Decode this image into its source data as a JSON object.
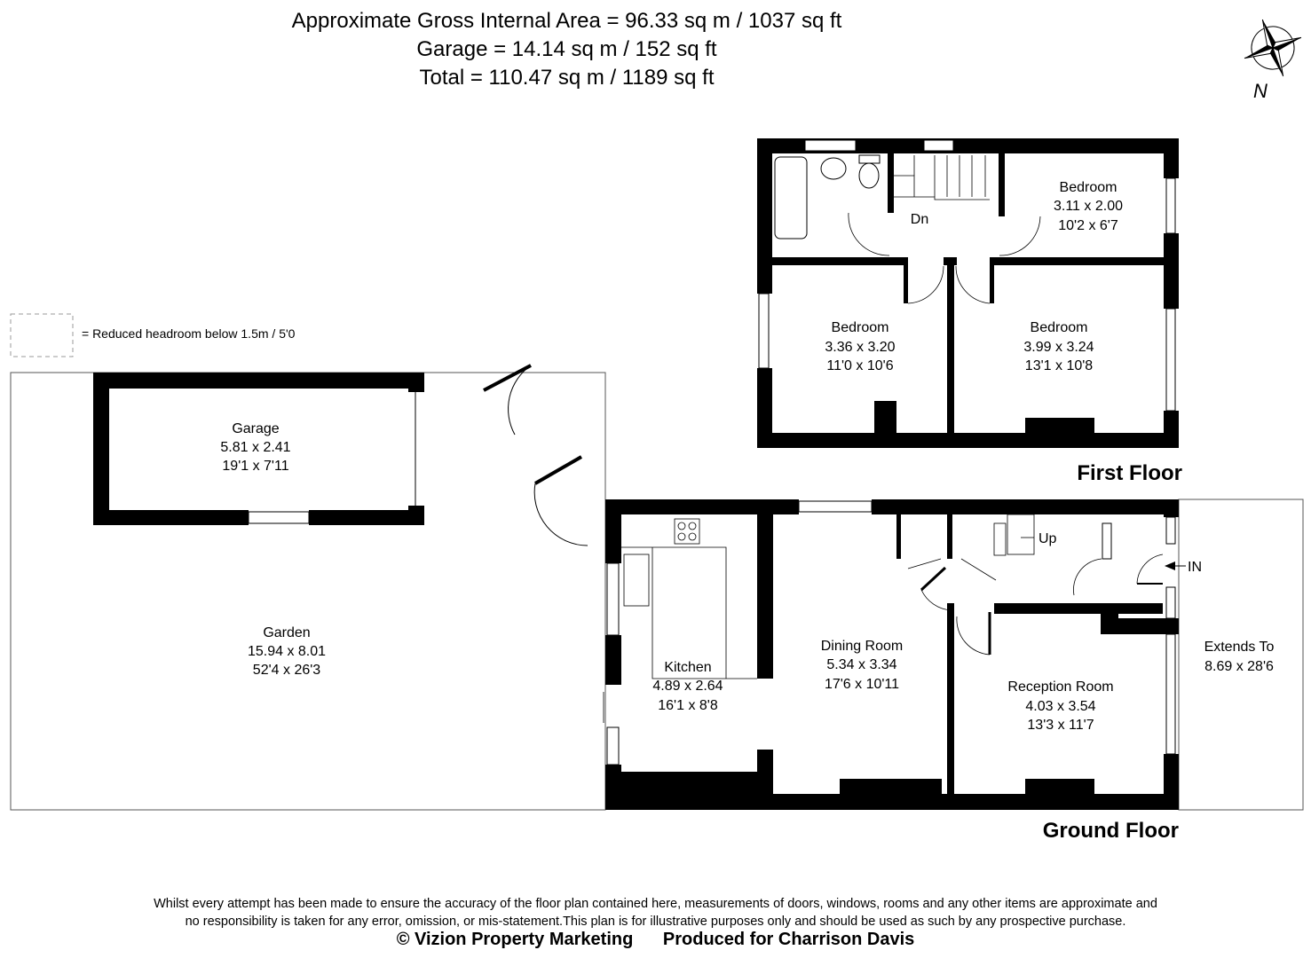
{
  "header": {
    "line1": "Approximate Gross Internal Area = 96.33 sq m / 1037 sq ft",
    "line2": "Garage = 14.14 sq m / 152 sq ft",
    "line3": "Total = 110.47 sq m / 1189 sq ft"
  },
  "compass": {
    "label": "N",
    "icon": "compass-rose-icon"
  },
  "legend": {
    "text": "= Reduced headroom below 1.5m / 5'0"
  },
  "first_floor": {
    "label": "First Floor",
    "rooms": [
      {
        "name": "Bedroom",
        "metric": "3.11 x 2.00",
        "imperial": "10'2 x 6'7"
      },
      {
        "name": "Bedroom",
        "metric": "3.36 x 3.20",
        "imperial": "11'0 x 10'6"
      },
      {
        "name": "Bedroom",
        "metric": "3.99 x 3.24",
        "imperial": "13'1 x 10'8"
      }
    ],
    "stairs_label": "Dn"
  },
  "ground_floor": {
    "label": "Ground Floor",
    "rooms": [
      {
        "name": "Kitchen",
        "metric": "4.89 x 2.64",
        "imperial": "16'1 x 8'8"
      },
      {
        "name": "Dining Room",
        "metric": "5.34 x 3.34",
        "imperial": "17'6 x 10'11"
      },
      {
        "name": "Reception Room",
        "metric": "4.03 x 3.54",
        "imperial": "13'3 x 11'7"
      }
    ],
    "stairs_label": "Up",
    "entrance_label": "IN",
    "extends": {
      "name": "Extends To",
      "value": "8.69 x 28'6"
    }
  },
  "garage": {
    "name": "Garage",
    "metric": "5.81 x 2.41",
    "imperial": "19'1 x 7'11"
  },
  "garden": {
    "name": "Garden",
    "metric": "15.94 x 8.01",
    "imperial": "52'4 x 26'3"
  },
  "footer": {
    "disclaimer1": "Whilst every attempt has been made to ensure the accuracy of the floor plan contained here, measurements of doors, windows, rooms and any other items are approximate and",
    "disclaimer2": "no responsibility is taken for any error, omission, or mis-statement.This plan is for illustrative purposes only and should be used as such by any prospective purchase.",
    "copyright": "© Vizion Property Marketing",
    "produced_for": "Produced for Charrison Davis"
  }
}
